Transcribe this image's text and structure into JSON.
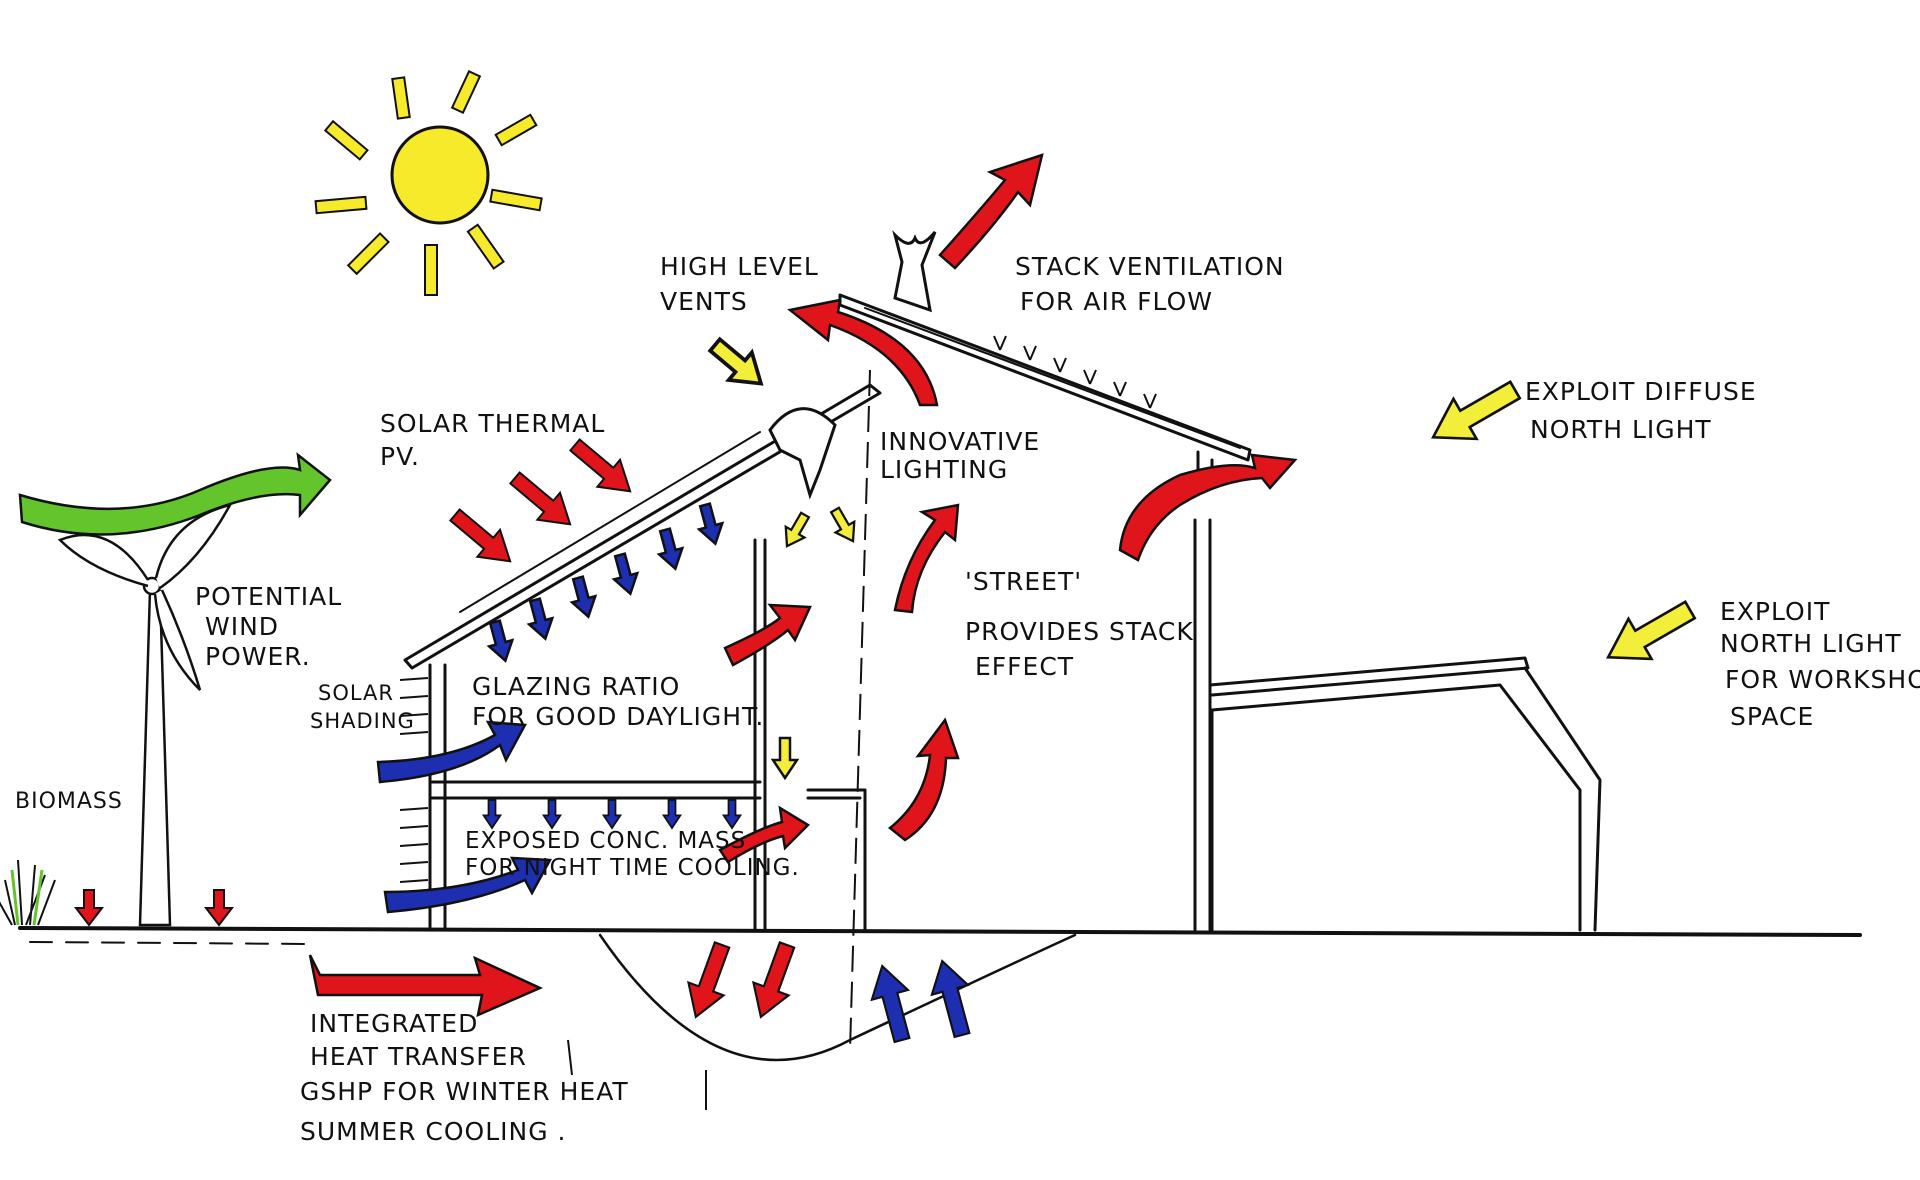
{
  "labels": {
    "high_level_vents": [
      "HIGH LEVEL",
      "VENTS"
    ],
    "stack_ventilation": [
      "STACK VENTILATION",
      "FOR AIR FLOW"
    ],
    "exploit_diffuse": [
      "EXPLOIT DIFFUSE",
      "NORTH LIGHT"
    ],
    "solar_thermal": [
      "SOLAR THERMAL",
      "PV."
    ],
    "innovative_lighting": [
      "INNOVATIVE",
      "LIGHTING"
    ],
    "potential_wind": [
      "POTENTIAL",
      "WIND",
      "POWER."
    ],
    "street": [
      "'STREET'",
      "PROVIDES STACK",
      "EFFECT"
    ],
    "exploit_north": [
      "EXPLOIT",
      "NORTH LIGHT",
      "FOR WORKSHOP",
      "SPACE"
    ],
    "solar_shading": [
      "SOLAR",
      "SHADING"
    ],
    "glazing": [
      "GLAZING RATIO",
      "FOR GOOD DAYLIGHT."
    ],
    "biomass": "BIOMASS",
    "exposed_conc": [
      "EXPOSED CONC. MASS",
      "FOR NIGHT TIME COOLING."
    ],
    "integrated_heat": [
      "INTEGRATED",
      "HEAT TRANSFER",
      "GSHP FOR WINTER HEAT",
      "SUMMER COOLING ."
    ]
  },
  "colors": {
    "hot_air": "#e0141b",
    "cool_air": "#1d2fb0",
    "light": "#f3ee3a",
    "wind": "#63c42c",
    "sun": "#f7ea2a",
    "ink": "#111111"
  },
  "icons": [
    "sun-icon",
    "wind-turbine-icon",
    "chimney-icon",
    "grass-icon"
  ]
}
